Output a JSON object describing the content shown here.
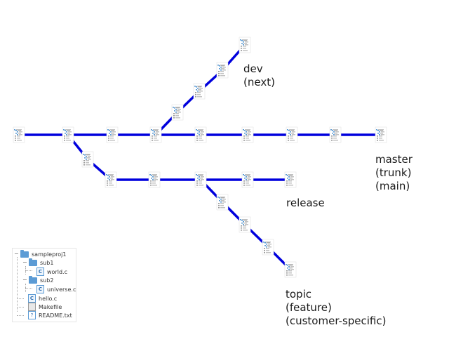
{
  "branch_labels": {
    "dev": "dev\n(next)",
    "master": "master\n(trunk)\n(main)",
    "release": "release",
    "topic": "topic\n(feature)\n(customer-specific)"
  },
  "project_tree": {
    "root": "sampleproj1",
    "sub1": "sub1",
    "world": "world.c",
    "sub2": "sub2",
    "universe": "universe.c",
    "hello": "hello.c",
    "makefile": "Makefile",
    "readme": "README.txt",
    "toggle_symbol": "−",
    "c_icon_letter": "C",
    "readme_icon_letter": "?"
  },
  "colors": {
    "branch_line": "#0000dd",
    "folder": "#5b9bd5"
  },
  "icons": {
    "commit": "snapshot-thumbnail-icon",
    "folder": "folder-icon",
    "c_file": "c-source-file-icon",
    "makefile": "makefile-icon",
    "readme": "text-file-icon"
  }
}
